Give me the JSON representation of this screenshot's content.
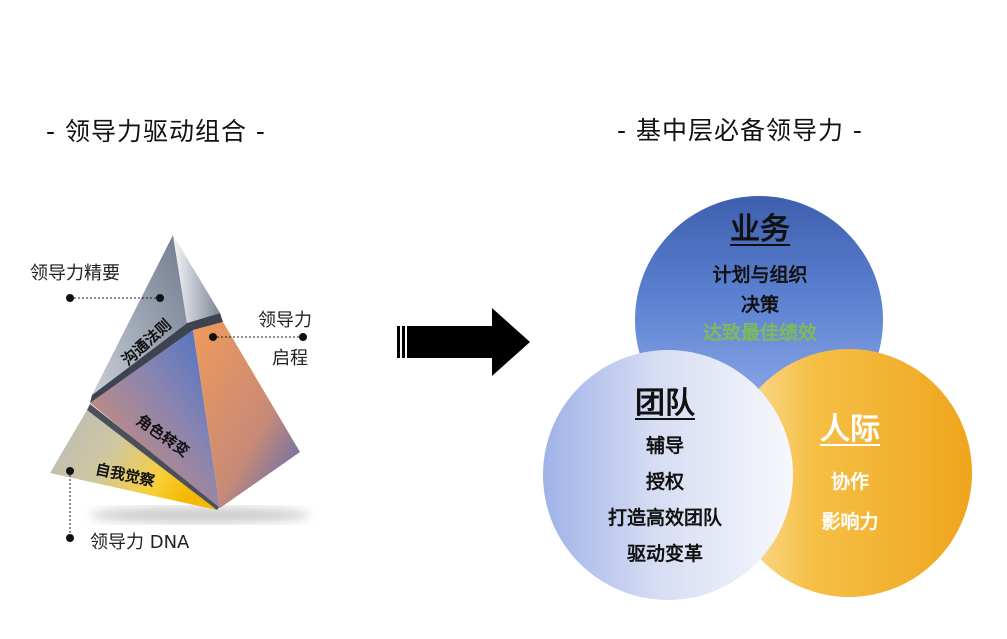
{
  "left": {
    "title": "- 领导力驱动组合 -",
    "labels": {
      "essentials": "领导力精要",
      "start_line1": "领导力",
      "start_line2": "启程",
      "dna": "领导力 DNA"
    },
    "pyramid_layers": {
      "top": "沟通法则",
      "middle": "角色转变",
      "bottom": "自我觉察"
    }
  },
  "arrow": {
    "icon": "right-arrow-icon"
  },
  "right": {
    "title": "- 基中层必备领导力 -",
    "business": {
      "heading": "业务",
      "items": [
        "计划与组织",
        "决策"
      ],
      "highlight": "达致最佳绩效",
      "color": "#4a6fc4"
    },
    "team": {
      "heading": "团队",
      "items": [
        "辅导",
        "授权",
        "打造高效团队",
        "驱动变革"
      ],
      "color": "#a9b9ea"
    },
    "interpersonal": {
      "heading": "人际",
      "items": [
        "协作",
        "影响力"
      ],
      "color": "#f0a61c"
    },
    "highlight_color": "#7dbb5a"
  }
}
